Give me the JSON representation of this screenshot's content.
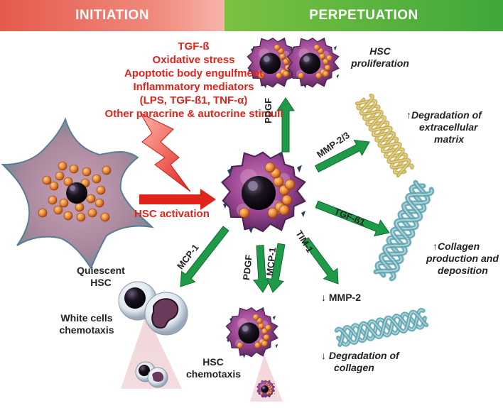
{
  "headers": {
    "initiation": "INITIATION",
    "perpetuation": "PERPETUATION"
  },
  "stimuli": [
    "TGF-ß",
    "Oxidative stress",
    "Apoptotic body engulfment",
    "Inflammatory mediators",
    "(LPS, TGF-ß1, TNF-α)",
    "Other paracrine & autocrine stimuli"
  ],
  "labels": {
    "activation": "HSC activation",
    "quiescent_line1": "Quiescent",
    "quiescent_line2": "HSC",
    "proliferation_line1": "HSC",
    "proliferation_line2": "proliferation",
    "ecm_line1": "Degradation of",
    "ecm_line2": "extracellular",
    "ecm_line3": "matrix",
    "collagen_line1": "Collagen",
    "collagen_line2": "production and",
    "collagen_line3": "deposition",
    "mmp2": "MMP-2",
    "degcol_line1": "Degradation of",
    "degcol_line2": "collagen",
    "white_line1": "White cells",
    "white_line2": "chemotaxis",
    "hscchem_line1": "HSC",
    "hscchem_line2": "chemotaxis"
  },
  "arrow_labels": {
    "pdgf_up": "PDGF",
    "mmp23": "MMP-2/3",
    "tgfb1": "TGF-ß1",
    "timp1": "TIM-1",
    "mcp1_left": "MCP-1",
    "pdgf_down": "PDGF",
    "mcp1_down": "MCP-1"
  },
  "symbols": {
    "up": "↑",
    "down": "↓"
  },
  "colors": {
    "initiation": "#e55a4c",
    "perpetuation": "#3ea83a",
    "stimulus_text": "#e0241b",
    "arrow_green": "#1e9a48",
    "arrow_red": "#e0241b",
    "cell_body": "#a0489a",
    "nucleus": "#1a1420",
    "droplet": "#e07a2a",
    "fiber_yellow": "#c8ad4a",
    "fiber_blue": "#5fa6b2"
  },
  "icons": [
    "quiescent-hsc",
    "activated-hsc",
    "proliferating-hsc-pair",
    "white-cells",
    "migrating-hsc",
    "ecm-fiber",
    "collagen-helix",
    "collagen-fiber",
    "lightning-bolt"
  ]
}
